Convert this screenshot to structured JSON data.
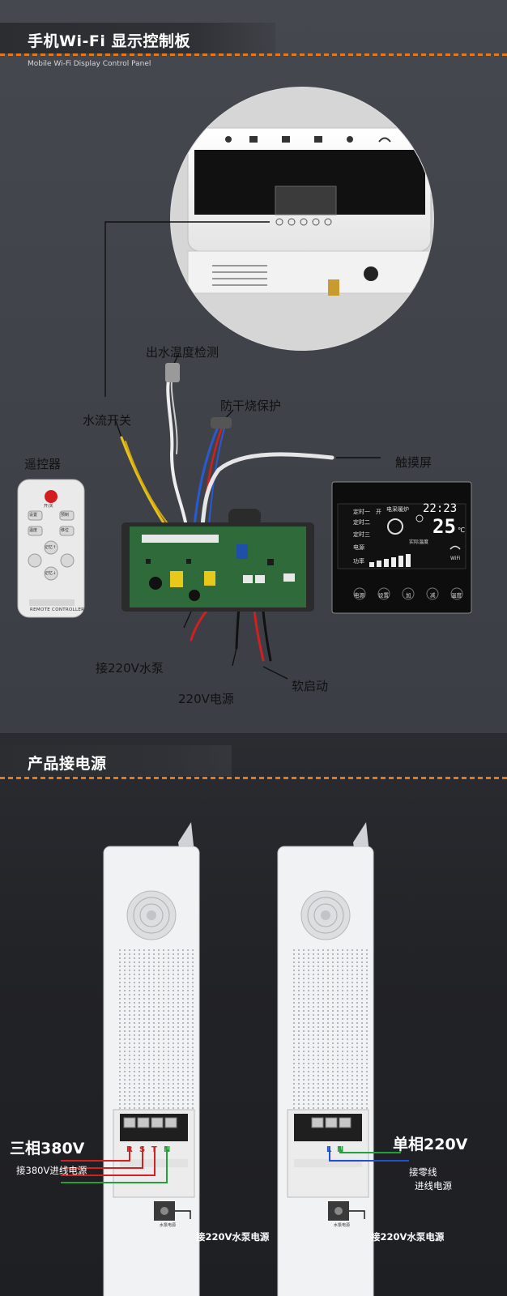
{
  "section1": {
    "title": "手机Wi-Fi 显示控制板",
    "subtitle": "Mobile Wi-Fi Display Control Panel"
  },
  "labels": {
    "outlet_temp": "出水温度检测",
    "water_switch": "水流开关",
    "dry_burn": "防干烧保护",
    "remote": "遥控器",
    "touchscreen": "触摸屏",
    "pump": "接220V水泵",
    "power": "220V电源",
    "soft_start": "软启动"
  },
  "remote": {
    "power_label": "开/关",
    "buttons": [
      "设置",
      "预制",
      "温度",
      "移位"
    ],
    "nav": [
      "记忆↑",
      "记忆↓"
    ],
    "brand": "REMOTE CONTROLLER"
  },
  "touchscreen": {
    "timer1": "定时一",
    "timer2": "定时二",
    "timer3": "定时三",
    "on_label": "开",
    "mode": "电采暖炉",
    "time": "22:23",
    "temp": "25",
    "temp_unit": "℃",
    "actual_temp": "实际温度",
    "power": "电源",
    "wattage": "功率",
    "wifi": "WiFi",
    "buttons": [
      "电源",
      "设置",
      "加",
      "减",
      "温度"
    ]
  },
  "section2": {
    "title": "产品接电源"
  },
  "three_phase": {
    "title": "三相380V",
    "desc": "接380V进线电源",
    "terminals": [
      "R",
      "S",
      "T",
      "N"
    ],
    "pump": "接220V水泵电源",
    "socket_label": "水泵电源"
  },
  "single_phase": {
    "title": "单相220V",
    "neutral": "接零线",
    "line": "进线电源",
    "terminals": [
      "L",
      "N"
    ],
    "pump": "接220V水泵电源",
    "socket_label": "水泵电源"
  },
  "colors": {
    "accent_orange": "#e07a1e",
    "wire_red": "#d42020",
    "wire_green": "#22a03a",
    "wire_blue": "#2050d0",
    "pcb_green": "#2f6b3a"
  }
}
